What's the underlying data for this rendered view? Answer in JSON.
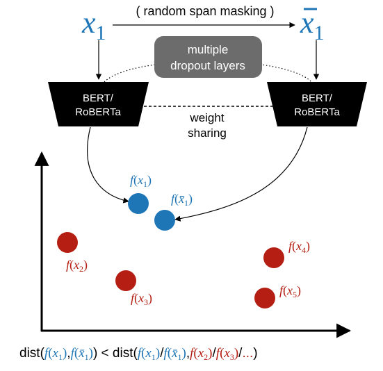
{
  "colors": {
    "blue": "#1f76b7",
    "red": "#b51e12",
    "encoder_fill": "#000000",
    "dropout_box": "#6c6c6c",
    "text": "#000000"
  },
  "top": {
    "input_var": "x",
    "input_sub": "1",
    "augmented_var": "x̄",
    "augmented_sub": "1",
    "augmentation_label": "( random span masking )"
  },
  "dropout_box": {
    "line1": "multiple",
    "line2": "dropout layers"
  },
  "encoder_left": {
    "line1": "BERT/",
    "line2": "RoBERTa"
  },
  "encoder_right": {
    "line1": "BERT/",
    "line2": "RoBERTa"
  },
  "weight_sharing": {
    "line1": "weight",
    "line2": "sharing"
  },
  "points": [
    {
      "label_f": "f",
      "label_arg": "x",
      "label_bar": "",
      "label_sub": "1",
      "label_close": ")",
      "color": "blue"
    },
    {
      "label_f": "f",
      "label_arg": "x",
      "label_bar": "̄",
      "label_sub": "1",
      "label_close": ")",
      "color": "blue"
    },
    {
      "label_f": "f",
      "label_arg": "x",
      "label_bar": "",
      "label_sub": "2",
      "label_close": ")",
      "color": "red"
    },
    {
      "label_f": "f",
      "label_arg": "x",
      "label_bar": "",
      "label_sub": "3",
      "label_close": ")",
      "color": "red"
    },
    {
      "label_f": "f",
      "label_arg": "x",
      "label_bar": "",
      "label_sub": "4",
      "label_close": ")",
      "color": "red"
    },
    {
      "label_f": "f",
      "label_arg": "x",
      "label_bar": "",
      "label_sub": "5",
      "label_close": ")",
      "color": "red"
    }
  ],
  "formula": {
    "dist": "dist(",
    "lt": " < ",
    "comma": ",",
    "slash": "/",
    "close": ")",
    "ellipsis": "...",
    "f": "f",
    "x": "x",
    "open": "(",
    "bar": "̄",
    "s1": "1",
    "s2": "2",
    "s3": "3"
  }
}
